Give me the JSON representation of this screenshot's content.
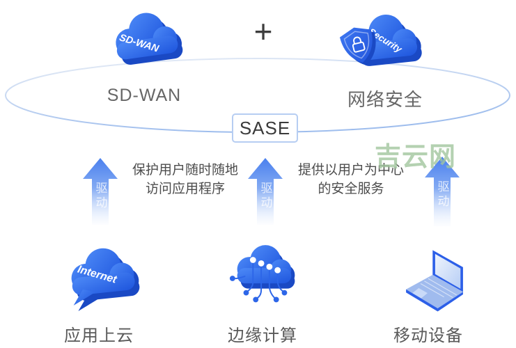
{
  "watermark": {
    "text": "吉云网",
    "color": "#a2c69e"
  },
  "formula": {
    "sdwan": {
      "icon_label": "SD-WAN",
      "caption": "SD-WAN"
    },
    "plus_sign": "+",
    "security": {
      "icon_label": "Security",
      "caption": "网络安全"
    },
    "result_label": "SASE"
  },
  "drive_arrows": [
    {
      "label": "驱动"
    },
    {
      "label": "驱动"
    },
    {
      "label": "驱动"
    }
  ],
  "descriptions": [
    {
      "line1": "保护用户随时随地",
      "line2": "访问应用程序"
    },
    {
      "line1": "提供以用户为中心",
      "line2": "的安全服务"
    }
  ],
  "bottom_items": [
    {
      "icon": "internet-cloud",
      "icon_label": "Internet",
      "caption": "应用上云"
    },
    {
      "icon": "edge-computing-cloud",
      "caption": "边缘计算"
    },
    {
      "icon": "laptop",
      "caption": "移动设备"
    }
  ],
  "colors": {
    "cloud_blue": "#2e6ae8",
    "cloud_dark": "#1a49c4",
    "arrow_blue": "#4a80ee",
    "sase_border": "#b6cdf2",
    "caption_gray": "#666666",
    "watermark_green": "#a2c69e"
  }
}
